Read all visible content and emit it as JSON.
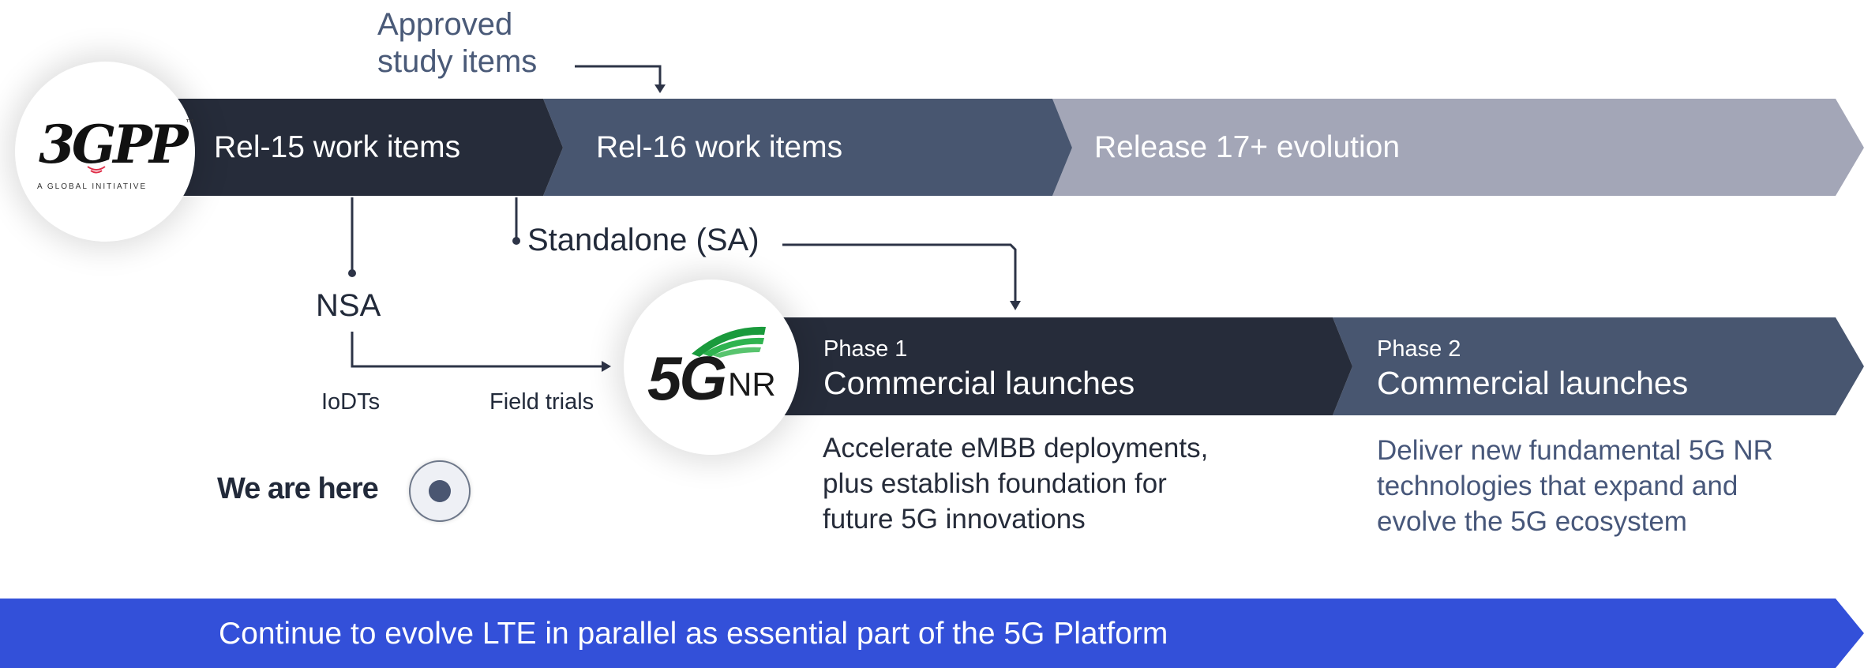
{
  "approved_study_items": "Approved\nstudy items",
  "releases": {
    "rel15": "Rel-15 work items",
    "rel16": "Rel-16 work items",
    "rel17": "Release 17+ evolution"
  },
  "logos": {
    "gpp": {
      "mark": "3GPP",
      "tm": "™",
      "tagline": "A GLOBAL INITIATIVE"
    },
    "fiveg": {
      "five_g": "5G",
      "nr": "NR"
    }
  },
  "labels": {
    "standalone": "Standalone (SA)",
    "nsa": "NSA",
    "iodts": "IoDTs",
    "field_trials": "Field trials",
    "we_are_here": "We are here"
  },
  "phases": [
    {
      "phase": "Phase 1",
      "title": "Commercial launches",
      "description": "Accelerate eMBB deployments,\nplus establish foundation for\nfuture 5G innovations"
    },
    {
      "phase": "Phase 2",
      "title": "Commercial launches",
      "description": "Deliver new fundamental 5G NR\ntechnologies that expand and\nevolve the 5G ecosystem"
    }
  ],
  "lte_banner": "Continue to evolve LTE in parallel as essential part of the 5G Platform",
  "colors": {
    "dark_navy": "#262c3a",
    "slate": "#485670",
    "light_slate": "#a3a6b7",
    "blue_banner": "#3350d9",
    "phase2_text": "#47577a",
    "green_waves": "#1a9a3c"
  }
}
